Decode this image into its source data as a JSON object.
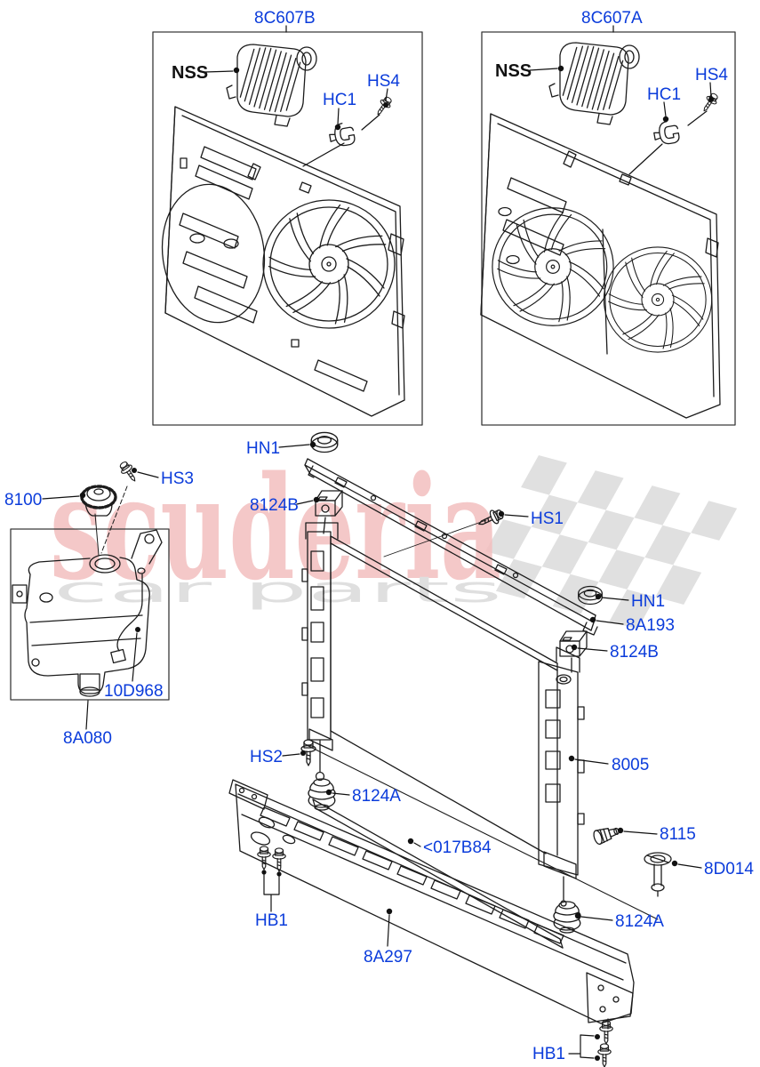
{
  "watermark": {
    "brand": "scuderia",
    "tagline": "car parts"
  },
  "colors": {
    "label_blue": "#0b3cdb",
    "line_black": "#1c1c1c",
    "watermark_pink": "#f3bfbf",
    "watermark_gray": "#dfdfdf",
    "flag_gray": "#d9d9d9"
  },
  "callouts": {
    "fan_shroud_b": "8C607B",
    "fan_shroud_a": "8C607A",
    "nss_b": "NSS",
    "hc1_b": "HC1",
    "hs4_b": "HS4",
    "nss_a": "NSS",
    "hc1_a": "HC1",
    "hs4_a": "HS4",
    "hn1_top": "HN1",
    "cap": "8100",
    "hs3": "HS3",
    "mount_8124b_left": "8124B",
    "hs1": "HS1",
    "hn1_right": "HN1",
    "top_rail": "8A193",
    "mount_8124b_right": "8124B",
    "bleed_hose": "10D968",
    "expansion_tank": "8A080",
    "hs2": "HS2",
    "mount_8124a_left": "8124A",
    "radiator": "8005",
    "air_deflector": "<017B84",
    "plug": "8115",
    "drain_cock": "8D014",
    "mount_8124a_right": "8124A",
    "hb1_left": "HB1",
    "lower_crossmember": "8A297",
    "hb1_right": "HB1"
  }
}
